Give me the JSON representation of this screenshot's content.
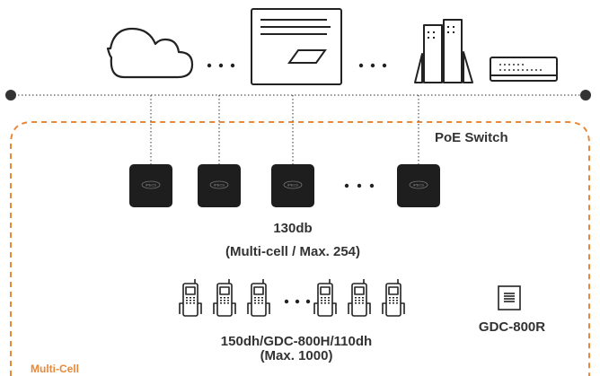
{
  "labels": {
    "poe_switch": "PoE Switch",
    "base_station_model": "130db",
    "base_station_capacity": "(Multi-cell / Max. 254)",
    "handset_models": "150dh/GDC-800H/110dh",
    "handset_capacity": "(Max. 1000)",
    "repeater_model": "GDC-800R",
    "multi_cell_group": "Multi-Cell"
  },
  "base_station_badge": "iPECS",
  "colors": {
    "group_border": "#e8893a",
    "group_label": "#e8893a",
    "line": "#444444",
    "device_fill": "#1e1e1e",
    "text": "#333333"
  },
  "icons": {
    "cloud": "cloud-icon",
    "server": "server-icon",
    "pbx": "pbx-icon",
    "switch": "network-switch-icon",
    "base_station": "base-station-icon",
    "handset": "dect-handset-icon",
    "repeater": "repeater-icon"
  }
}
